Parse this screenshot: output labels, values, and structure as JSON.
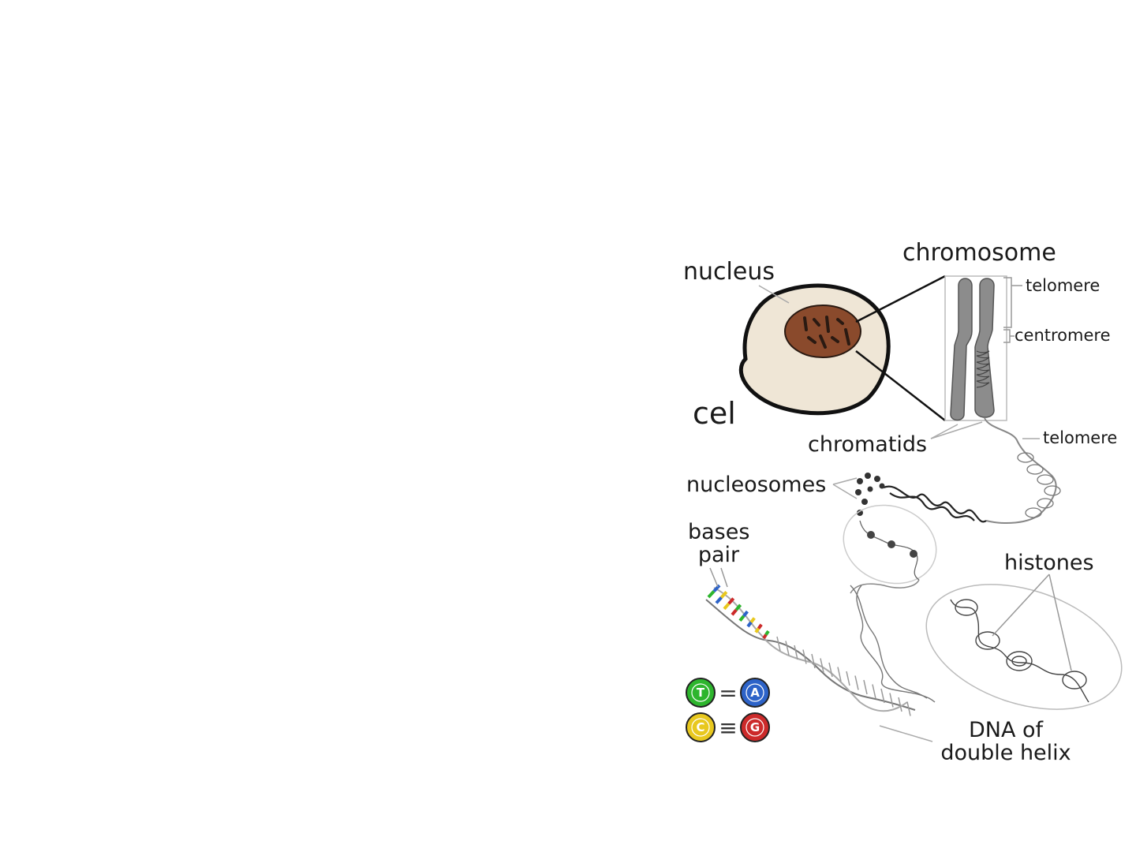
{
  "labels": {
    "nucleus": "nucleus",
    "chromosome": "chromosome",
    "telomere_top": "telomere",
    "centromere": "centromere",
    "cel": "cel",
    "chromatids": "chromatids",
    "telomere_bottom": "telomere",
    "nucleosomes": "nucleosomes",
    "bases_pair_line1": "bases",
    "bases_pair_line2": "pair",
    "histones": "histones",
    "dna_line1": "DNA of",
    "dna_line2": "double helix"
  },
  "base_pairs": [
    {
      "left": "T",
      "bond": "=",
      "right": "A",
      "left_color": "#2db52d",
      "right_color": "#2d63c8"
    },
    {
      "left": "C",
      "bond": "≡",
      "right": "G",
      "left_color": "#e8c81e",
      "right_color": "#cc2a2a"
    }
  ],
  "colors": {
    "cell_fill": "#efe6d6",
    "nucleus_fill": "#8a4a2c",
    "chromosome_fill": "#8c8c8c",
    "outline": "#111111",
    "rung_colors": [
      "#2db52d",
      "#2d63c8",
      "#e8c81e",
      "#cc2a2a"
    ]
  }
}
